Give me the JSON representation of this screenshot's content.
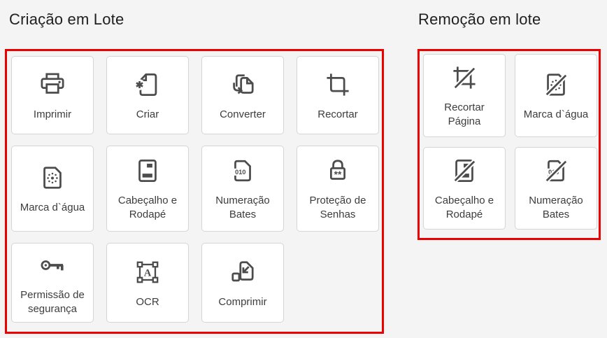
{
  "colors": {
    "background": "#f4f4f5",
    "highlight_border_red": "#ed0000",
    "card_background": "#ffffff",
    "card_border": "#d5d5d5",
    "icon_gray": "#4c4c4c",
    "label_text": "#3d3d3d",
    "title_text": "#1f1f1f"
  },
  "sections": [
    {
      "title": "Criação em Lote",
      "items": [
        {
          "label": "Imprimir",
          "icon": "printer-icon"
        },
        {
          "label": "Criar",
          "icon": "create-file-icon"
        },
        {
          "label": "Converter",
          "icon": "convert-file-icon"
        },
        {
          "label": "Recortar",
          "icon": "crop-icon"
        },
        {
          "label": "Marca d`água",
          "icon": "watermark-icon"
        },
        {
          "label": "Cabeçalho e Rodapé",
          "icon": "header-footer-icon"
        },
        {
          "label": "Numeração Bates",
          "icon": "bates-number-icon"
        },
        {
          "label": "Proteção de Senhas",
          "icon": "password-lock-icon"
        },
        {
          "label": "Permissão de segurança",
          "icon": "security-key-icon"
        },
        {
          "label": "OCR",
          "icon": "ocr-icon"
        },
        {
          "label": "Comprimir",
          "icon": "compress-file-icon"
        }
      ]
    },
    {
      "title": "Remoção em lote",
      "items": [
        {
          "label": "Recortar Página",
          "icon": "remove-crop-icon"
        },
        {
          "label": "Marca d`água",
          "icon": "remove-watermark-icon"
        },
        {
          "label": "Cabeçalho e Rodapé",
          "icon": "remove-header-footer-icon"
        },
        {
          "label": "Numeração Bates",
          "icon": "remove-bates-number-icon"
        }
      ]
    }
  ],
  "icon_texts": {
    "bates": "010",
    "password": "**",
    "ocr_letter": "A"
  }
}
